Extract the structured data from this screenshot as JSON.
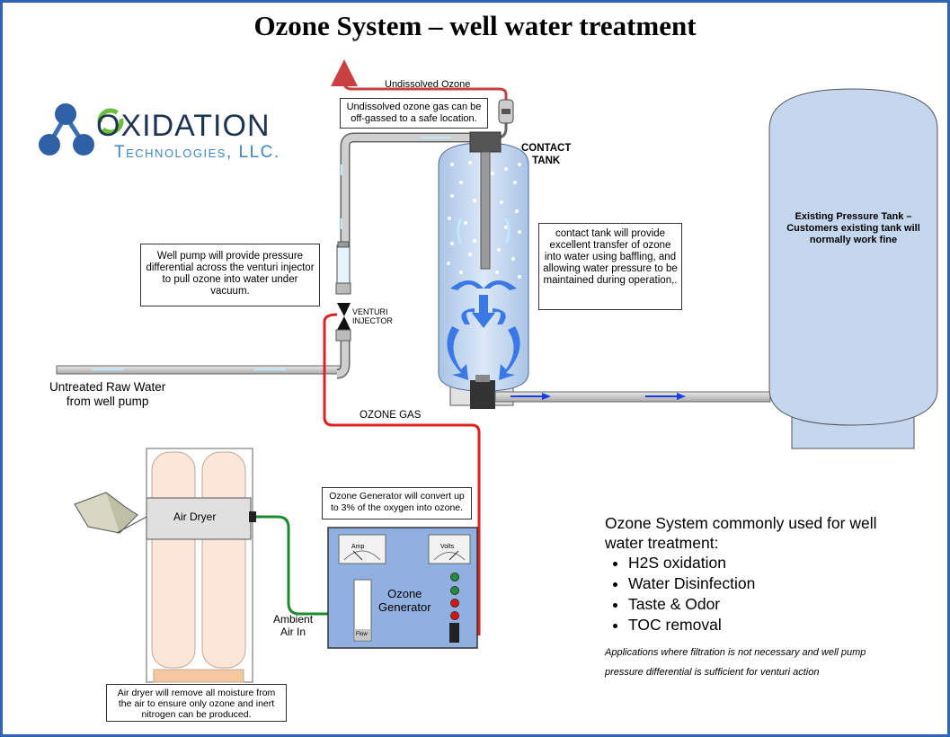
{
  "title": "Ozone System – well water treatment",
  "logo": {
    "name": "OXIDATION",
    "sub": "Technologies, LLC."
  },
  "labels": {
    "undissolved_ozone": "Undissolved Ozone",
    "contact_tank": "CONTACT\nTANK",
    "venturi_injector": "VENTURI\nINJECTOR",
    "untreated_raw_water": "Untreated Raw Water\nfrom well pump",
    "ozone_gas": "OZONE GAS",
    "ambient_air_in": "Ambient\nAir In",
    "air_dryer": "Air Dryer",
    "ozone_generator": "Ozone\nGenerator",
    "amp": "Amp",
    "volts": "Volts",
    "flow": "Flow",
    "existing_pressure_tank": "Existing Pressure Tank –\nCustomers existing tank will\nnormally work fine"
  },
  "callouts": {
    "offgas": "Undissolved ozone gas can be off-gassed to a safe location.",
    "well_pump": "Well pump will provide pressure differential across the venturi injector to pull ozone into water under vacuum.",
    "contact_tank": "contact tank will provide excellent transfer of ozone into water using baffling, and allowing water pressure to be maintained during operation,.",
    "ozone_generator": "Ozone Generator will convert up to 3% of the oxygen into ozone.",
    "air_dryer": "Air dryer will remove all moisture from the air to ensure only ozone and inert nitrogen can be produced."
  },
  "summary": {
    "heading": "Ozone System commonly used for well water treatment:",
    "items": [
      "H2S oxidation",
      "Water Disinfection",
      "Taste & Odor",
      "TOC removal"
    ],
    "note": "Applications where filtration is not necessary and well pump pressure differential is sufficient for venturi action"
  },
  "colors": {
    "frame": "#2f63b5",
    "tank_fill": "#c5d7ee",
    "generator_fill": "#8fb0e0",
    "ozone_line": "#e02020",
    "air_line": "#1e8a2e",
    "flow_arrow": "#1a3fe0",
    "baffle_arrow": "#3a78e6",
    "pipe": "#c8c8c8",
    "dryer_column": "#fbe6d8"
  }
}
